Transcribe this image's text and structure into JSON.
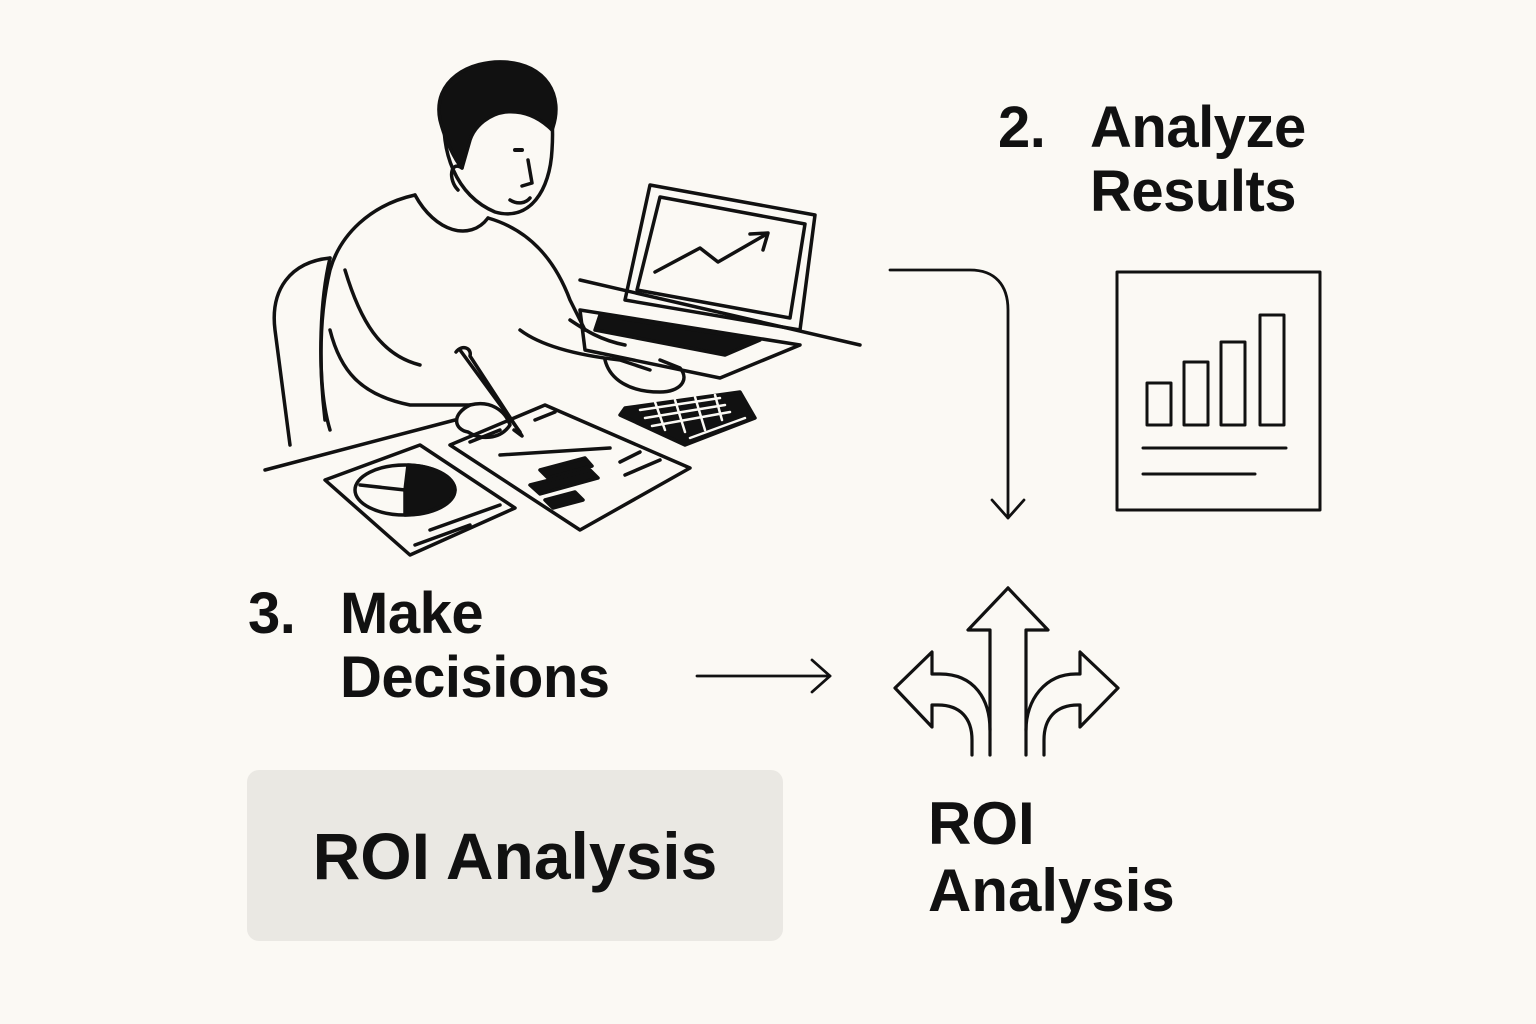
{
  "colors": {
    "background": "#fbf9f4",
    "ink": "#111111",
    "box": "#eae8e3"
  },
  "steps": [
    {
      "number": "2.",
      "line1": "Analyze",
      "line2": "Results"
    },
    {
      "number": "3.",
      "line1": "Make",
      "line2": "Decisions"
    }
  ],
  "roi_box": {
    "label": "ROI Analysis"
  },
  "roi_label": {
    "line1": "ROI",
    "line2": "Analysis"
  },
  "icons": [
    "person-at-desk-illustration",
    "bar-chart-report-icon",
    "decision-arrows-icon",
    "down-arrow-connector",
    "right-arrow-connector"
  ]
}
